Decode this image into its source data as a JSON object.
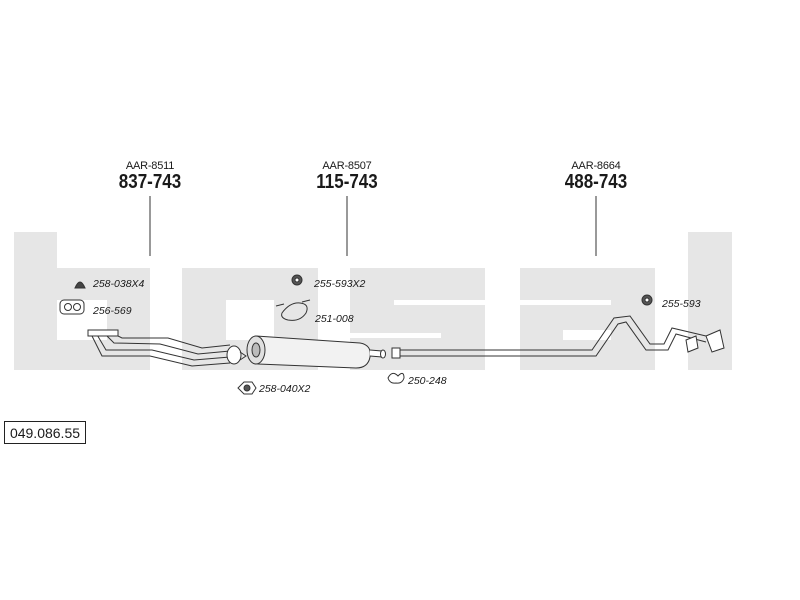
{
  "diagram_number": "049.086.55",
  "watermark": "bosal",
  "sections": [
    {
      "ref": "AAR-8511",
      "part": "837-743"
    },
    {
      "ref": "AAR-8507",
      "part": "115-743"
    },
    {
      "ref": "AAR-8664",
      "part": "488-743"
    }
  ],
  "parts": [
    {
      "number": "258-038X4"
    },
    {
      "number": "256-569"
    },
    {
      "number": "255-593X2"
    },
    {
      "number": "251-008"
    },
    {
      "number": "258-040X2"
    },
    {
      "number": "250-248"
    },
    {
      "number": "255-593"
    }
  ]
}
